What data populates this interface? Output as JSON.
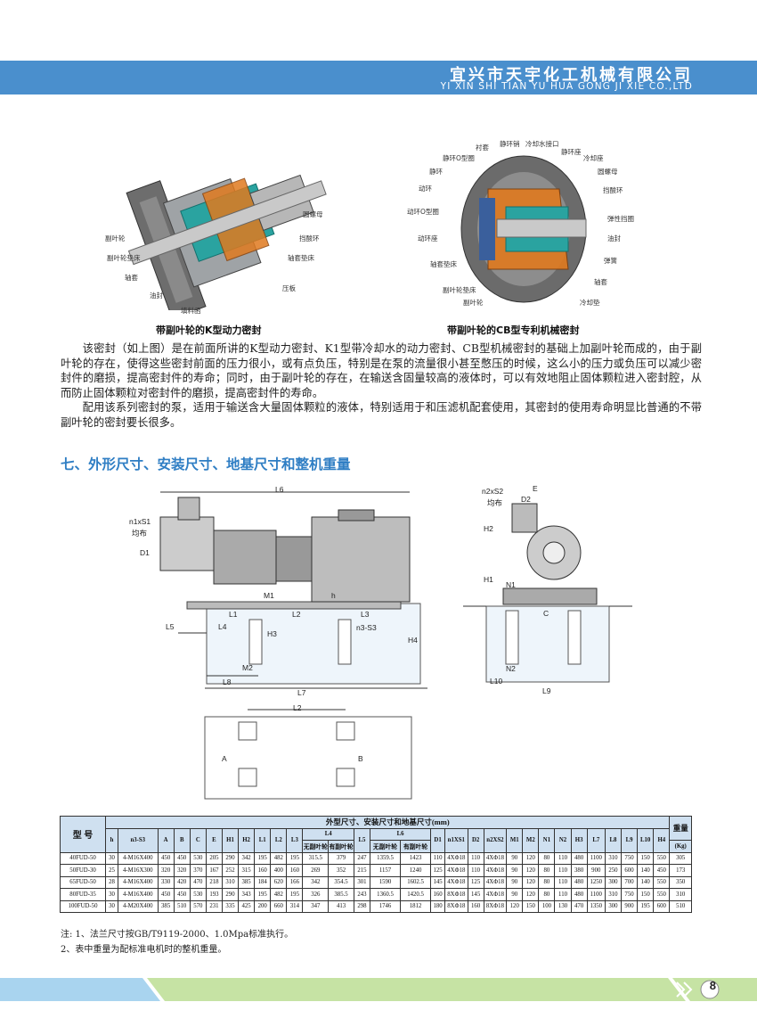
{
  "header": {
    "company_cn": "宜兴市天宇化工机械有限公司",
    "company_en": "YI XIN SHI TIAN YU HUA GONG JI XIE  CO.,LTD"
  },
  "figures": {
    "left": {
      "caption": "带副叶轮的K型动力密封",
      "callouts": [
        "副叶轮",
        "副叶轮垫床",
        "轴套",
        "油封",
        "填料函",
        "压板",
        "轴套垫床",
        "挡酸环",
        "圆螺母"
      ]
    },
    "right": {
      "caption": "带副叶轮的CB型专利机械密封",
      "callouts": [
        "衬套",
        "静环销",
        "冷却水接口",
        "静环O型圈",
        "静环座",
        "冷却座",
        "静环",
        "圆螺母",
        "动环",
        "挡酸环",
        "动环O型圈",
        "弹性挡圈",
        "动环座",
        "油封",
        "轴套垫床",
        "弹簧",
        "副叶轮垫床",
        "轴套",
        "副叶轮",
        "冷却垫"
      ]
    }
  },
  "paragraphs": [
    "该密封（如上图）是在前面所讲的K型动力密封、K1型带冷却水的动力密封、CB型机械密封的基础上加副叶轮而成的，由于副叶轮的存在，使得这些密封前面的压力很小，或有点负压，特别是在泵的流量很小甚至憋压的时候，这么小的压力或负压可以减少密封件的磨损，提高密封件的寿命；同时，由于副叶轮的存在，在输送含固量较高的液体时，可以有效地阻止固体颗粒进入密封腔，从而防止固体颗粒对密封件的磨损，提高密封件的寿命。",
    "配用该系列密封的泵，适用于输送含大量固体颗粒的液体，特别适用于和压滤机配套使用，其密封的使用寿命明显比普通的不带副叶轮的密封要长很多。"
  ],
  "section_title": "七、外形尺寸、安装尺寸、地基尺寸和整机重量",
  "drawing_labels": {
    "front": [
      "L6",
      "n1xS1",
      "均布",
      "D1",
      "M1",
      "h",
      "L1",
      "L2",
      "L3",
      "L4",
      "L5",
      "n3-S3",
      "H3",
      "H4",
      "M2",
      "L8",
      "L7"
    ],
    "side": [
      "n2xS2",
      "均布",
      "E",
      "D2",
      "H2",
      "H1",
      "N1",
      "C",
      "N2",
      "L10",
      "L9"
    ],
    "plan": [
      "L2",
      "A",
      "B"
    ]
  },
  "table": {
    "col_model": "型  号",
    "group_title": "外型尺寸、安装尺寸和地基尺寸(mm)",
    "weight_title": "重量",
    "weight_unit": "(Kg)",
    "columns": [
      "h",
      "n3-S3",
      "A",
      "B",
      "C",
      "E",
      "H1",
      "H2",
      "L1",
      "L2",
      "L3",
      "L4",
      "L5",
      "L6",
      "D1",
      "n1XS1",
      "D2",
      "n2XS2",
      "M1",
      "M2",
      "N1",
      "N2",
      "H3",
      "L7",
      "L8",
      "L9",
      "L10",
      "H4"
    ],
    "sub_l4": [
      "无副叶轮",
      "有副叶轮"
    ],
    "sub_l6": [
      "无副叶轮",
      "有副叶轮"
    ],
    "rows": [
      [
        "40FUD-50",
        "30",
        "4-M16X400",
        "450",
        "450",
        "530",
        "205",
        "290",
        "342",
        "195",
        "482",
        "195",
        "315.5",
        "379",
        "247",
        "1359.5",
        "1423",
        "110",
        "4XΦ18",
        "110",
        "4XΦ18",
        "90",
        "120",
        "80",
        "110",
        "480",
        "1100",
        "310",
        "750",
        "150",
        "550",
        "305"
      ],
      [
        "50FUD-30",
        "25",
        "4-M16X300",
        "320",
        "320",
        "370",
        "167",
        "252",
        "315",
        "160",
        "400",
        "160",
        "269",
        "352",
        "215",
        "1157",
        "1240",
        "125",
        "4XΦ18",
        "110",
        "4XΦ18",
        "90",
        "120",
        "80",
        "110",
        "380",
        "900",
        "250",
        "600",
        "140",
        "450",
        "173"
      ],
      [
        "65FUD-50",
        "28",
        "4-M16X400",
        "330",
        "420",
        "470",
        "218",
        "310",
        "385",
        "184",
        "620",
        "166",
        "342",
        "354.5",
        "301",
        "1590",
        "1602.5",
        "145",
        "4XΦ18",
        "125",
        "4XΦ18",
        "90",
        "120",
        "80",
        "110",
        "480",
        "1250",
        "300",
        "700",
        "140",
        "550",
        "350"
      ],
      [
        "80FUD-35",
        "30",
        "4-M16X400",
        "450",
        "450",
        "530",
        "193",
        "290",
        "343",
        "195",
        "482",
        "195",
        "326",
        "385.5",
        "243",
        "1360.5",
        "1420.5",
        "160",
        "8XΦ18",
        "145",
        "4XΦ18",
        "90",
        "120",
        "80",
        "110",
        "480",
        "1100",
        "310",
        "750",
        "150",
        "550",
        "310"
      ],
      [
        "100FUD-50",
        "30",
        "4-M20X400",
        "385",
        "510",
        "570",
        "231",
        "335",
        "425",
        "200",
        "660",
        "314",
        "347",
        "413",
        "298",
        "1746",
        "1812",
        "180",
        "8XΦ18",
        "160",
        "8XΦ18",
        "120",
        "150",
        "100",
        "130",
        "470",
        "1350",
        "300",
        "900",
        "195",
        "600",
        "510"
      ]
    ]
  },
  "notes": [
    "注:   1、法兰尺寸按GB/T9119-2000、1.0Mpa标准执行。",
    "       2、表中重量为配标准电机时的整机重量。"
  ],
  "page_number": "8",
  "colors": {
    "header": "#4a8fcd",
    "title": "#2f7ec4",
    "table_header": "#cfe0f0",
    "footer_blue": "#a9d4ef",
    "footer_green": "#c6e3a4"
  }
}
